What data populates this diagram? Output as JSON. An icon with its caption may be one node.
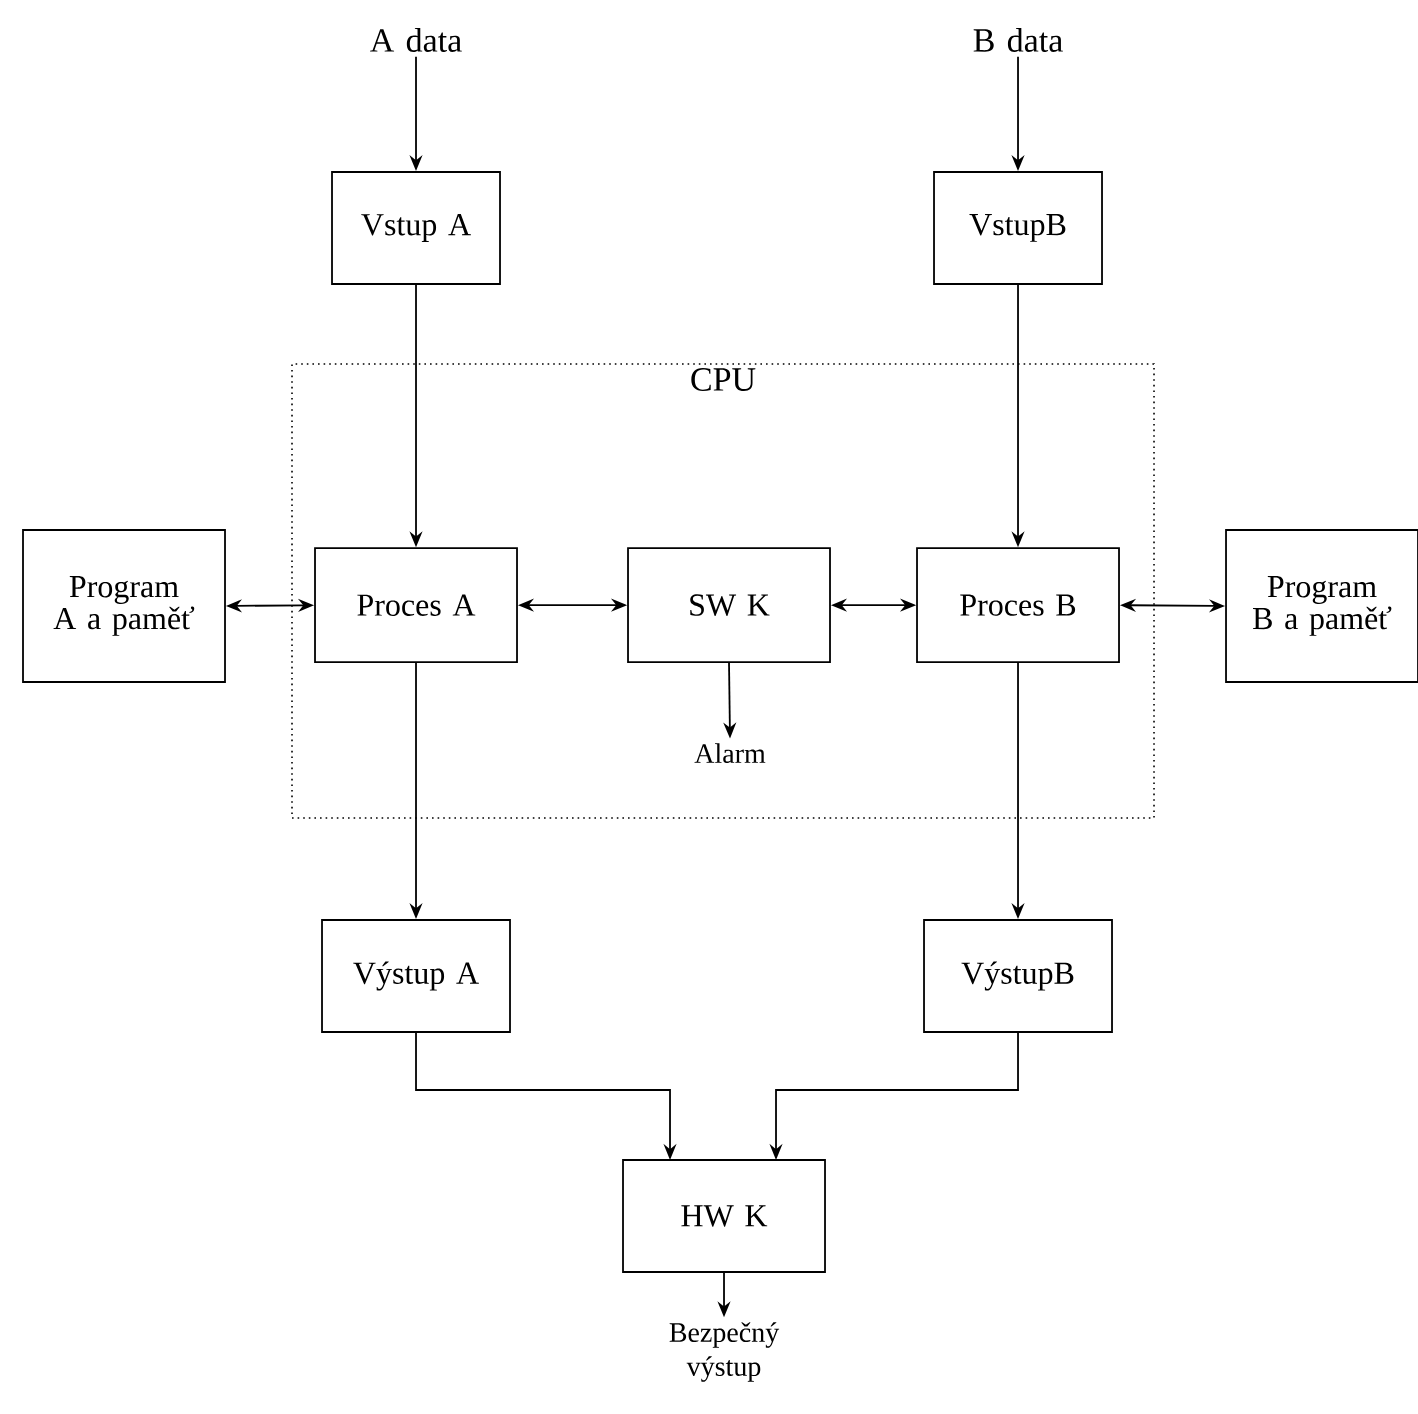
{
  "diagram": {
    "nodes": [
      {
        "text": [
          "A data"
        ]
      },
      {
        "text": [
          "B data"
        ]
      },
      {
        "text": [
          "Vstup A"
        ]
      },
      {
        "text": [
          "VstupB"
        ]
      },
      {
        "text": [
          "CPU"
        ]
      },
      {
        "text": [
          "Program A a paměť"
        ]
      },
      {
        "text": [
          "Proces A"
        ],
        "in": 4
      },
      {
        "text": [
          "SW K"
        ],
        "in": 4
      },
      {
        "text": [
          "Proces B"
        ],
        "in": 4
      },
      {
        "text": [
          "Program B a paměť"
        ]
      },
      {
        "text": [
          "Alarm"
        ],
        "in": 4
      },
      {
        "text": [
          "Výstup A"
        ]
      },
      {
        "text": [
          "VýstupB"
        ]
      },
      {
        "text": [
          "HW K"
        ]
      },
      {
        "text": [
          "Bezpečný výstup"
        ]
      }
    ],
    "edges": [
      {
        "from": 0,
        "to": 2,
        "arrow": "to"
      },
      {
        "from": 1,
        "to": 3,
        "arrow": "to"
      },
      {
        "from": 2,
        "to": 6,
        "arrow": "to"
      },
      {
        "from": 3,
        "to": 8,
        "arrow": "to"
      },
      {
        "from": 5,
        "to": 6,
        "arrow": "both"
      },
      {
        "from": 6,
        "to": 7,
        "arrow": "both"
      },
      {
        "from": 7,
        "to": 8,
        "arrow": "both"
      },
      {
        "from": 8,
        "to": 9,
        "arrow": "both"
      },
      {
        "from": 7,
        "to": 10,
        "arrow": "to"
      },
      {
        "from": 6,
        "to": 11,
        "arrow": "to"
      },
      {
        "from": 8,
        "to": 12,
        "arrow": "to"
      },
      {
        "from": 11,
        "to": 13,
        "arrow": "to"
      },
      {
        "from": 12,
        "to": 13,
        "arrow": "to"
      },
      {
        "from": 13,
        "to": 14,
        "arrow": "to"
      }
    ]
  }
}
